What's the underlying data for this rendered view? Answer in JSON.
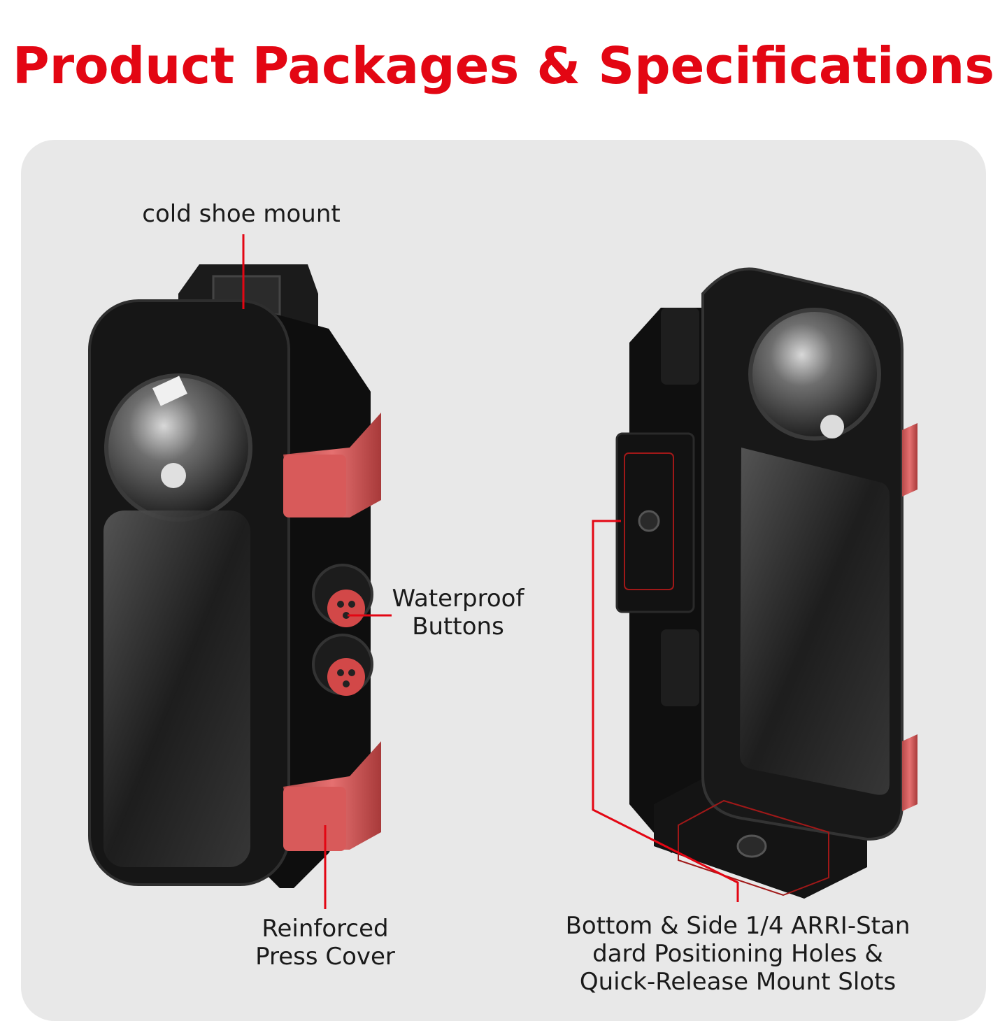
{
  "title": "Product Packages & Specifications",
  "labels": {
    "cold_shoe": "cold shoe mount",
    "waterproof": "Waterproof\nButtons",
    "reinforced": "Reinforced\nPress Cover",
    "bottom_side": "Bottom & Side 1/4 ARRI-Stan\ndard Positioning Holes &\nQuick-Release Mount Slots"
  },
  "colors": {
    "accent": "#e30613",
    "case": "#121212",
    "latch": "#d96060",
    "panel": "#e8e8e8"
  }
}
